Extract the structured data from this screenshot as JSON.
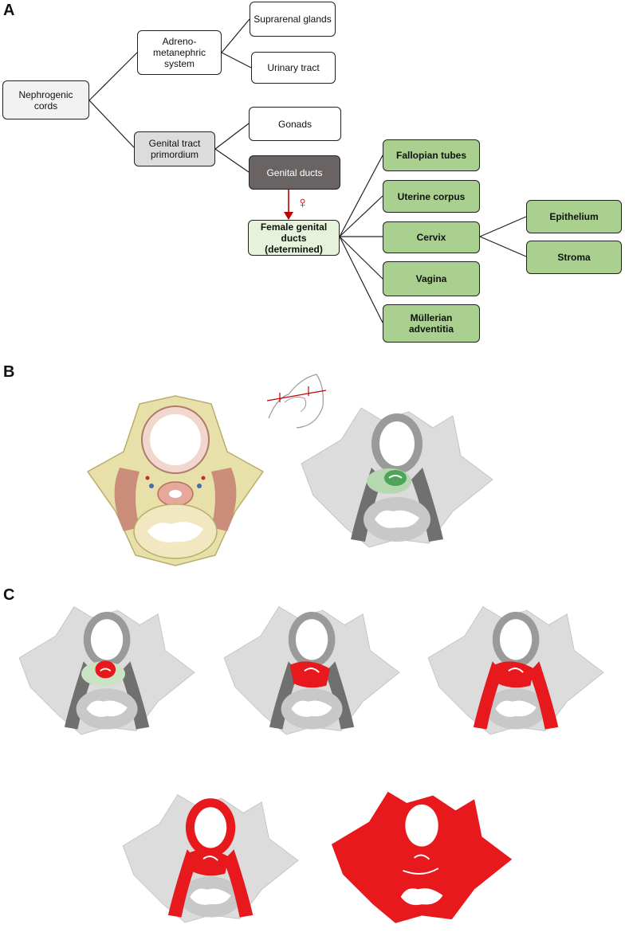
{
  "panels": {
    "a": "A",
    "b": "B",
    "c": "C"
  },
  "nodes": {
    "nephrogenic": "Nephrogenic cords",
    "adreno": "Adreno-\nmetanephric\nsystem",
    "suprarenal": "Suprarenal glands",
    "urinary": "Urinary tract",
    "genital_primordium": "Genital tract\nprimordium",
    "gonads": "Gonads",
    "genital_ducts": "Genital ducts",
    "female_ducts": "Female genital\nducts (determined)",
    "fallopian": "Fallopian tubes",
    "uterine": "Uterine corpus",
    "cervix": "Cervix",
    "vagina": "Vagina",
    "mullerian": "Müllerian adventitia",
    "epithelium": "Epithelium",
    "stroma": "Stroma"
  },
  "female_symbol": "♀",
  "colors": {
    "green": "#a9d08e",
    "pale_green": "#e6f2da",
    "dark_box": "#6a6363",
    "arrow_red": "#c00000",
    "highlight_red": "#e8191c",
    "tissue_gray": "#d9d9d9"
  }
}
